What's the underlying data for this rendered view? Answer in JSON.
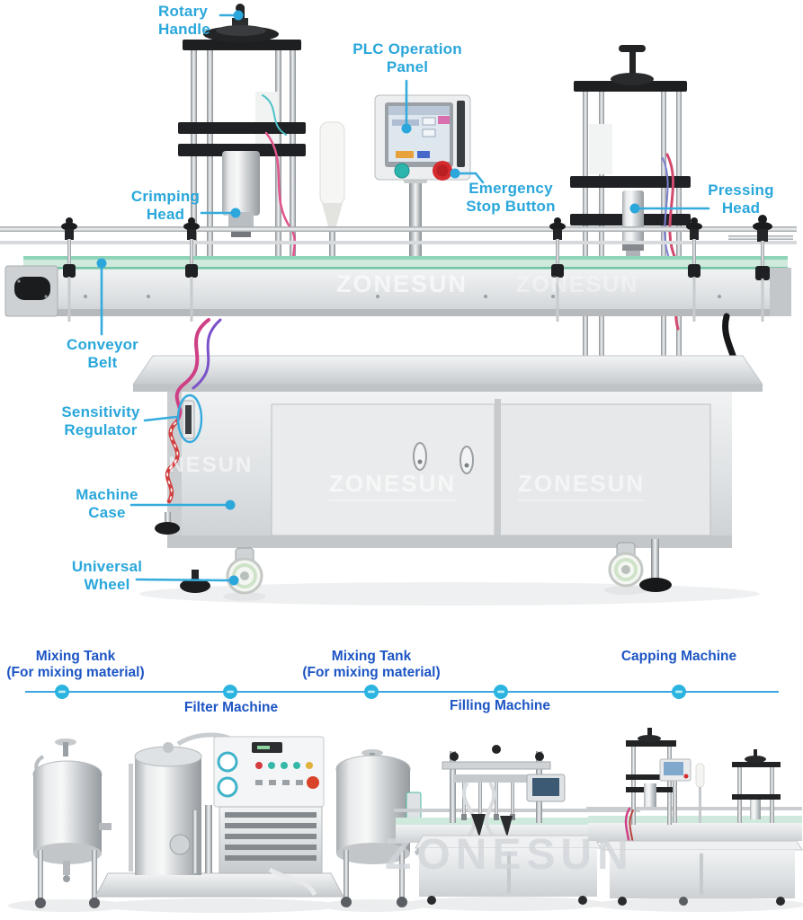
{
  "brand": {
    "watermark_text": "ZONESUN"
  },
  "palette": {
    "label_cyan": "#2aa7db",
    "label_blue": "#1d55c4",
    "leader_line": "#35abdd",
    "timeline_line": "#3ea4e2",
    "timeline_dot": "#2cb4e0",
    "belt_green": "#cfeadd",
    "emergency_red": "#d42b2e",
    "power_button_teal": "#2bb5ad"
  },
  "machine_diagram": {
    "labels": {
      "rotary_handle": "Rotary\nHandle",
      "plc_operation_panel": "PLC Operation\nPanel",
      "crimping_head": "Crimping\nHead",
      "emergency_stop_button": "Emergency\nStop Button",
      "pressing_head": "Pressing\nHead",
      "conveyor_belt": "Conveyor\nBelt",
      "sensitivity_regulator": "Sensitivity\nRegulator",
      "machine_case": "Machine\nCase",
      "universal_wheel": "Universal\nWheel"
    }
  },
  "production_line": {
    "stations": [
      {
        "name": "mixing-tank-1",
        "label": "Mixing Tank\n(For mixing material)",
        "label_side": "above"
      },
      {
        "name": "filter-machine",
        "label": "Filter Machine",
        "label_side": "below"
      },
      {
        "name": "mixing-tank-2",
        "label": "Mixing Tank\n(For mixing material)",
        "label_side": "above"
      },
      {
        "name": "filling-machine",
        "label": "Filling Machine",
        "label_side": "below"
      },
      {
        "name": "capping-machine",
        "label": "Capping Machine",
        "label_side": "above"
      }
    ]
  }
}
